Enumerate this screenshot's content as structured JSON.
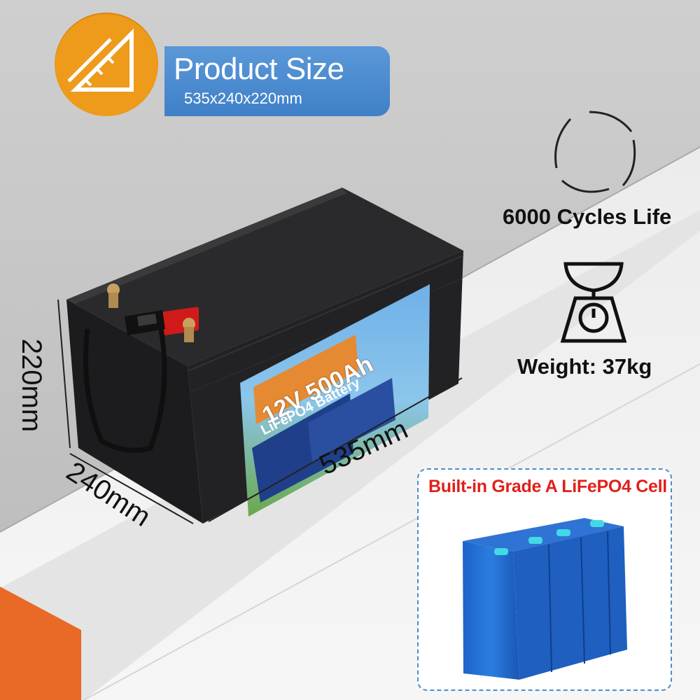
{
  "banner": {
    "title": "Product Size",
    "subtitle": "535x240x220mm",
    "icon": "ruler-triangle-icon",
    "banner_color": "#4a8ad0",
    "badge_color": "#ee9a1a"
  },
  "features": {
    "cycles": {
      "label": "6000 Cycles Life",
      "icon": "recycle-arrows-icon"
    },
    "weight": {
      "label": "Weight: 37kg",
      "icon": "scale-icon"
    }
  },
  "dimensions": {
    "height": "220mm",
    "depth": "240mm",
    "length": "535mm"
  },
  "battery": {
    "label_voltage": "12V 500Ah",
    "label_type": "LiFePO4 Battery",
    "case_color": "#1f1f21"
  },
  "cell_panel": {
    "title": "Built-in Grade A LiFePO4 Cell",
    "title_color": "#e0201a",
    "border_color": "#4f8cc8"
  }
}
